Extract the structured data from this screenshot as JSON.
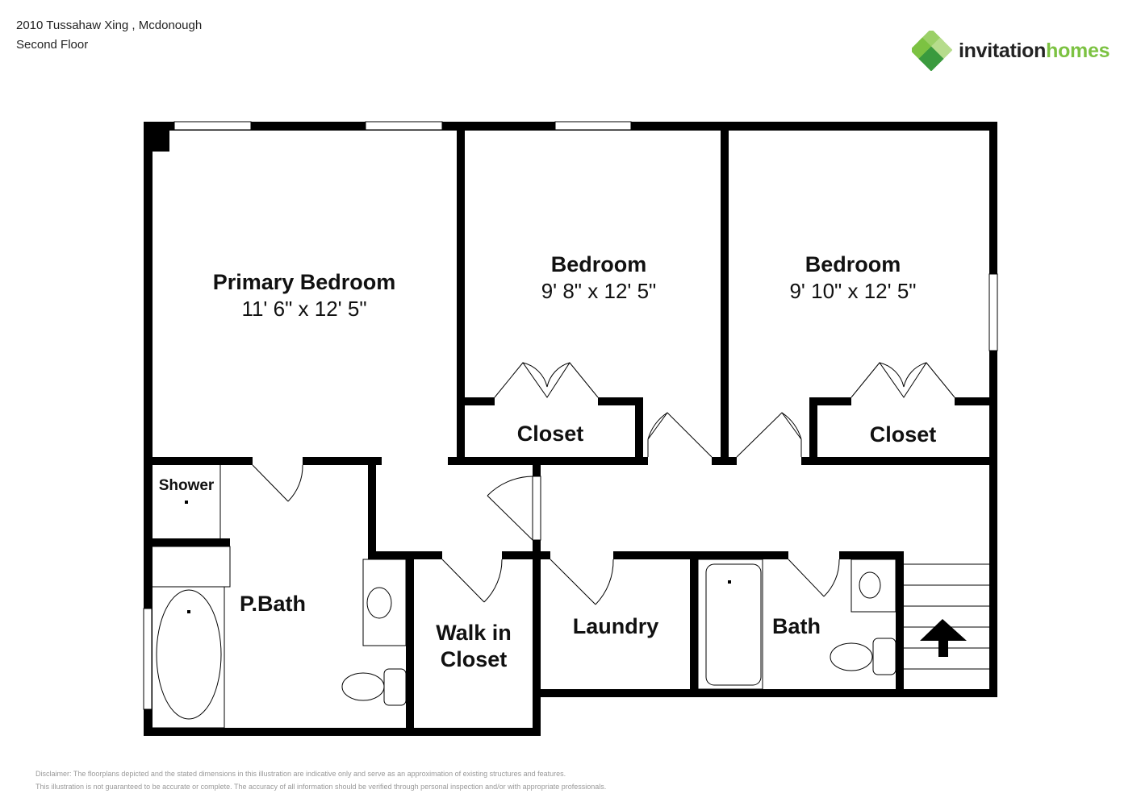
{
  "header": {
    "address": "2010 Tussahaw Xing , Mcdonough",
    "floor": "Second Floor"
  },
  "logo": {
    "word1": "invitation",
    "word2": "homes",
    "colors": {
      "dark": "#222222",
      "green": "#7cc242",
      "deep_green": "#3a9a3e"
    }
  },
  "rooms": {
    "primary_bedroom": {
      "name": "Primary Bedroom",
      "dims": "11' 6\" x 12' 5\""
    },
    "bedroom2": {
      "name": "Bedroom",
      "dims": "9' 8\" x 12' 5\""
    },
    "bedroom3": {
      "name": "Bedroom",
      "dims": "9' 10\" x 12' 5\""
    },
    "closet2": {
      "name": "Closet"
    },
    "closet3": {
      "name": "Closet"
    },
    "shower": {
      "name": "Shower"
    },
    "pbath": {
      "name": "P.Bath"
    },
    "walkin": {
      "name1": "Walk in",
      "name2": "Closet"
    },
    "laundry": {
      "name": "Laundry"
    },
    "bath": {
      "name": "Bath"
    }
  },
  "disclaimer": {
    "line1": "Disclaimer: The floorplans depicted and the stated dimensions in this illustration are indicative only and serve as an approximation of existing structures and features.",
    "line2": "This illustration is not guaranteed to be accurate or complete. The accuracy of all information should be verified through personal inspection and/or with appropriate professionals."
  }
}
